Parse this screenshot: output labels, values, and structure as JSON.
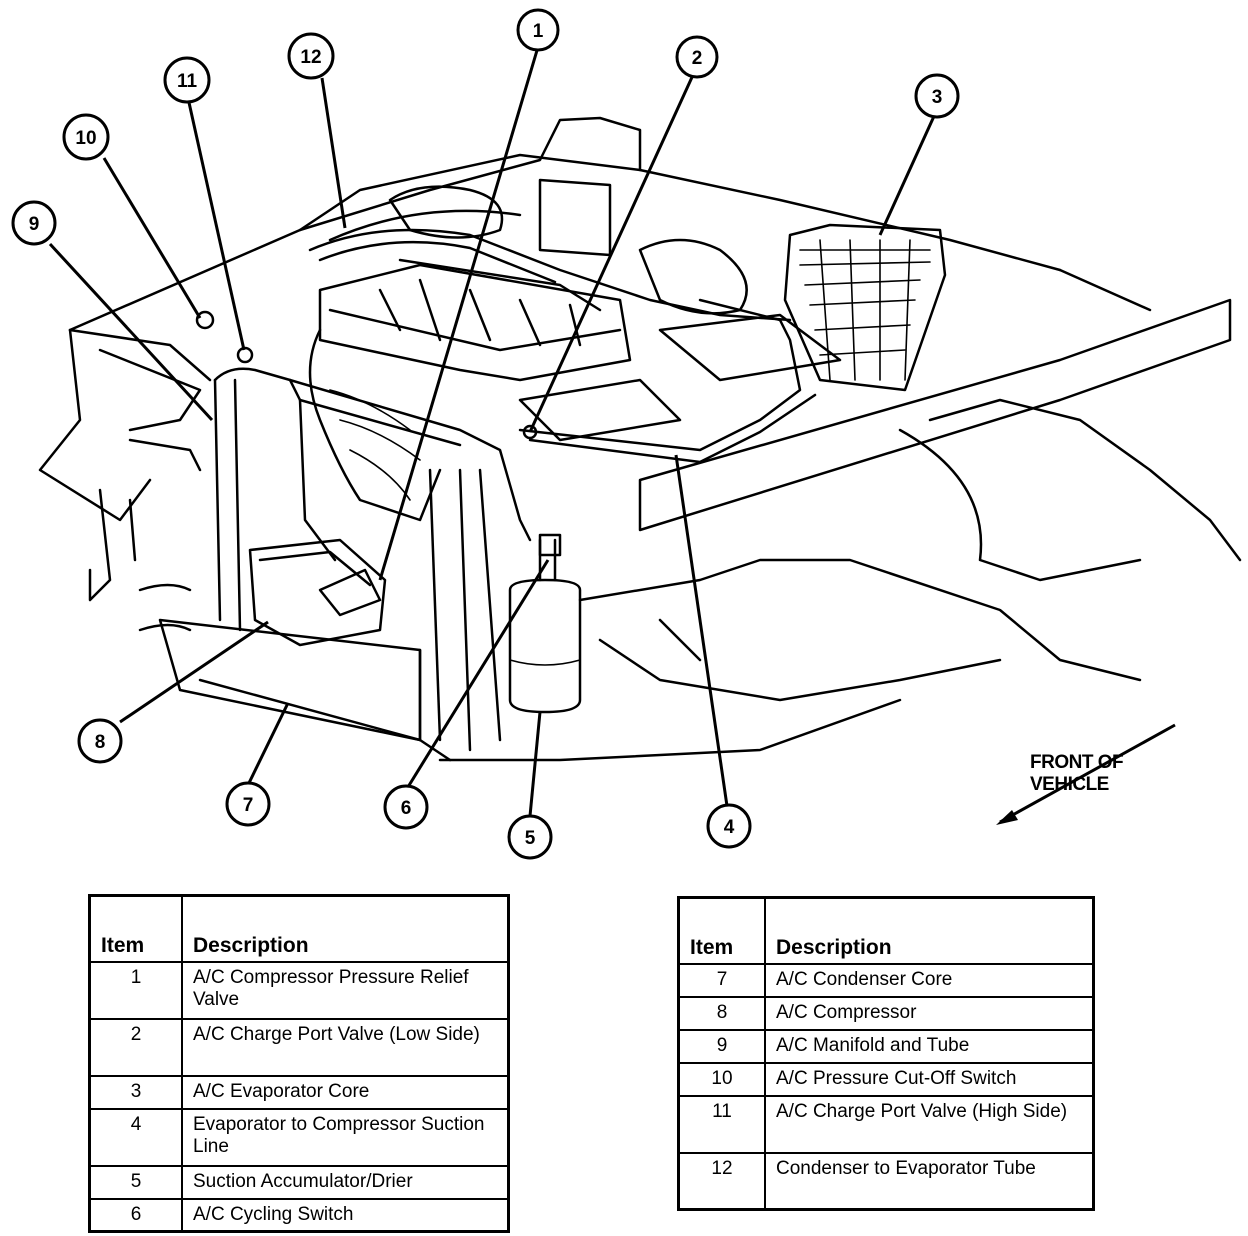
{
  "callouts": [
    "1",
    "2",
    "3",
    "4",
    "5",
    "6",
    "7",
    "8",
    "9",
    "10",
    "11",
    "12"
  ],
  "front_label": [
    "FRONT OF",
    "VEHICLE"
  ],
  "table_headers": {
    "item": "Item",
    "description": "Description"
  },
  "legend_left": [
    {
      "item": "1",
      "desc": "A/C Compressor Pressure Relief Valve"
    },
    {
      "item": "2",
      "desc": "A/C Charge Port Valve (Low Side)"
    },
    {
      "item": "3",
      "desc": "A/C Evaporator Core"
    },
    {
      "item": "4",
      "desc": "Evaporator to Compressor Suction Line"
    },
    {
      "item": "5",
      "desc": "Suction Accumulator/Drier"
    },
    {
      "item": "6",
      "desc": "A/C Cycling Switch"
    }
  ],
  "legend_right": [
    {
      "item": "7",
      "desc": "A/C Condenser Core"
    },
    {
      "item": "8",
      "desc": "A/C Compressor"
    },
    {
      "item": "9",
      "desc": "A/C Manifold and Tube"
    },
    {
      "item": "10",
      "desc": "A/C Pressure Cut-Off Switch"
    },
    {
      "item": "11",
      "desc": "A/C Charge Port Valve (High Side)"
    },
    {
      "item": "12",
      "desc": "Condenser to Evaporator Tube"
    }
  ]
}
